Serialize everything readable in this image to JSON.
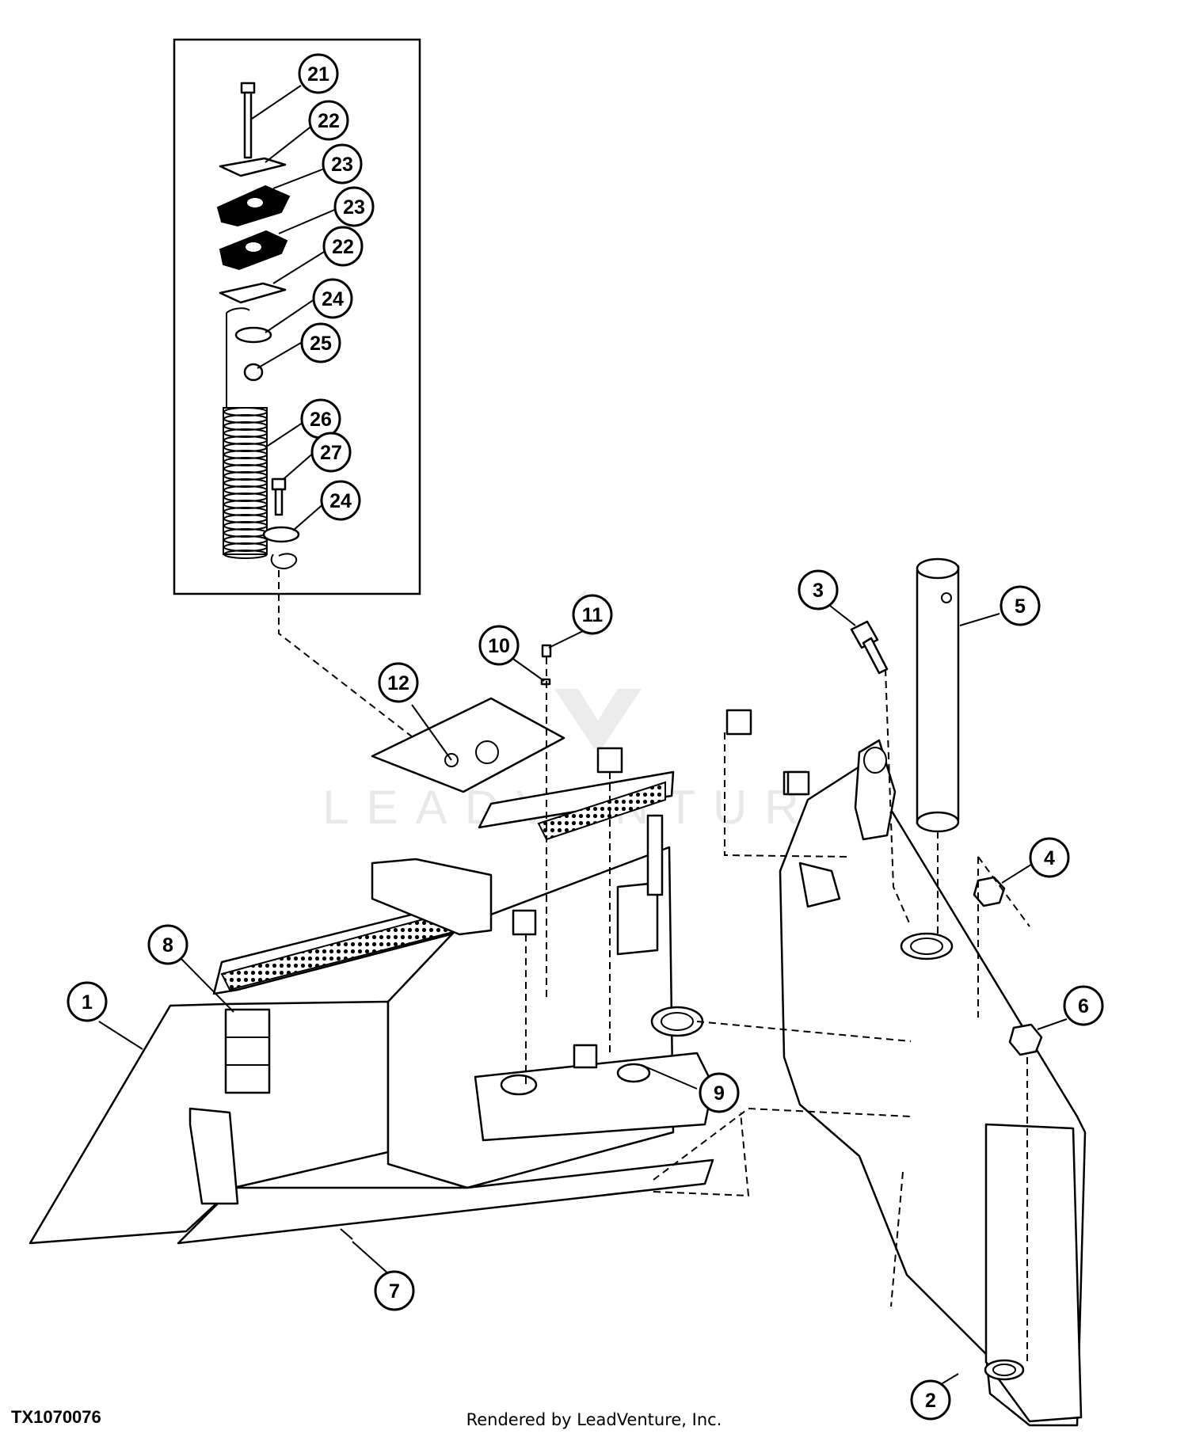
{
  "figure_id": "TX1070076",
  "footer_text": "Rendered by LeadVenture, Inc.",
  "watermark": {
    "brand_text": "LEADVENTURE",
    "logo_icon": "leadventure-flame-v-logo"
  },
  "callouts": [
    {
      "key": "c1",
      "number": "1"
    },
    {
      "key": "c2",
      "number": "2"
    },
    {
      "key": "c3",
      "number": "3"
    },
    {
      "key": "c4",
      "number": "4"
    },
    {
      "key": "c5",
      "number": "5"
    },
    {
      "key": "c6",
      "number": "6"
    },
    {
      "key": "c7",
      "number": "7"
    },
    {
      "key": "c8",
      "number": "8"
    },
    {
      "key": "c9",
      "number": "9"
    },
    {
      "key": "c10",
      "number": "10"
    },
    {
      "key": "c11",
      "number": "11"
    },
    {
      "key": "c12",
      "number": "12"
    },
    {
      "key": "c21",
      "number": "21"
    },
    {
      "key": "c22a",
      "number": "22"
    },
    {
      "key": "c23a",
      "number": "23"
    },
    {
      "key": "c23b",
      "number": "23"
    },
    {
      "key": "c22b",
      "number": "22"
    },
    {
      "key": "c24a",
      "number": "24"
    },
    {
      "key": "c25",
      "number": "25"
    },
    {
      "key": "c26",
      "number": "26"
    },
    {
      "key": "c27",
      "number": "27"
    },
    {
      "key": "c24b",
      "number": "24"
    }
  ],
  "colors": {
    "line": "#000000",
    "background": "#ffffff",
    "watermark": "#e9e9e9"
  }
}
